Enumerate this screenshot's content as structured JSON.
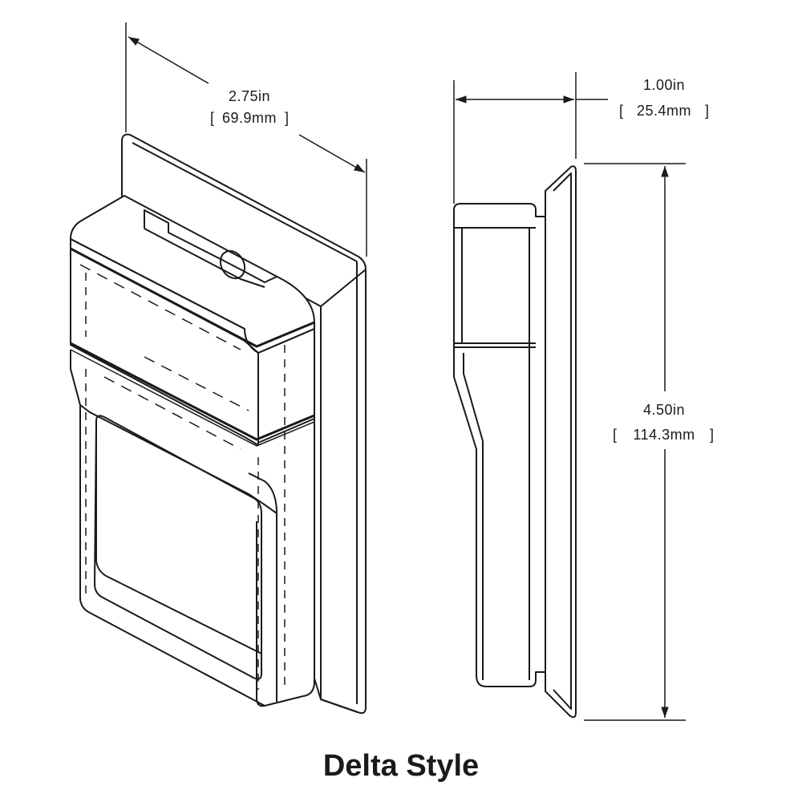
{
  "diagram": {
    "caption": "Delta Style",
    "dimensions": {
      "width": {
        "imperial": "2.75in",
        "metric": "69.9mm"
      },
      "depth": {
        "imperial": "1.00in",
        "metric": "25.4mm"
      },
      "height": {
        "imperial": "4.50in",
        "metric": "114.3mm"
      }
    }
  },
  "colors": {
    "line": "#1a1a1a",
    "background": "#ffffff"
  }
}
